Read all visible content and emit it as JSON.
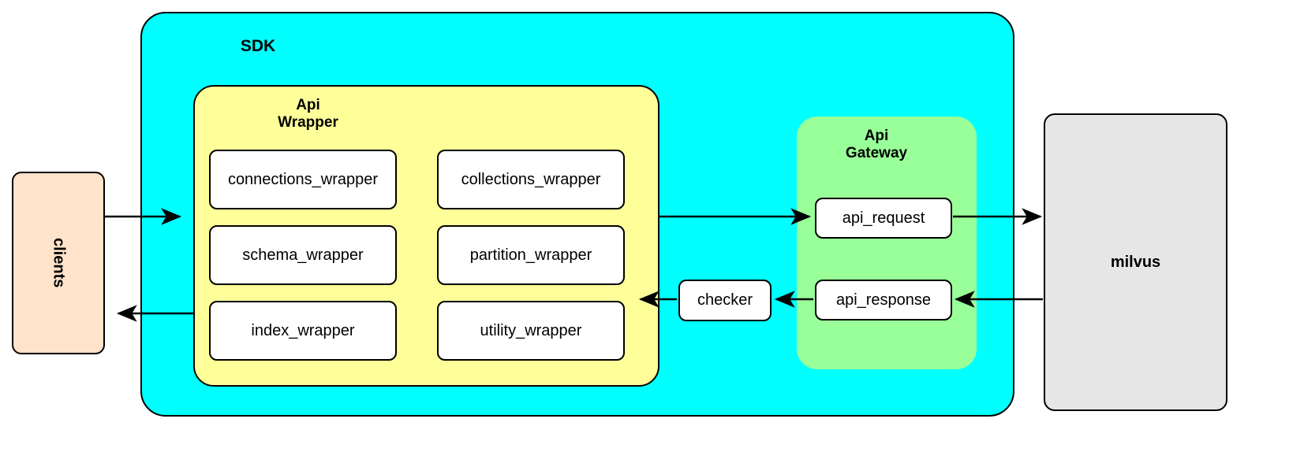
{
  "diagram": {
    "title_text_present": false,
    "nodes": {
      "clients": {
        "label": "clients",
        "color": "#ffe3ca"
      },
      "sdk": {
        "label": "SDK",
        "color": "#00ffff"
      },
      "api_wrapper": {
        "label": "Api\nWrapper",
        "color": "#ffff99"
      },
      "api_gateway": {
        "label": "Api\nGateway",
        "color": "#99ff99"
      },
      "checker": {
        "label": "checker",
        "color": "#ffffff"
      },
      "milvus": {
        "label": "milvus",
        "color": "#e6e6e6"
      }
    },
    "api_wrapper_modules": [
      {
        "label": "connections_wrapper",
        "column": "left",
        "row": 1
      },
      {
        "label": "collections_wrapper",
        "column": "right",
        "row": 1
      },
      {
        "label": "schema_wrapper",
        "column": "left",
        "row": 2
      },
      {
        "label": "partition_wrapper",
        "column": "right",
        "row": 2
      },
      {
        "label": "index_wrapper",
        "column": "left",
        "row": 3
      },
      {
        "label": "utility_wrapper",
        "column": "right",
        "row": 3
      }
    ],
    "api_gateway_modules": [
      {
        "label": "api_request"
      },
      {
        "label": "api_response"
      }
    ],
    "edges": [
      {
        "from": "clients",
        "to": "sdk",
        "direction": "right",
        "label": ""
      },
      {
        "from": "sdk",
        "to": "clients",
        "direction": "left",
        "label": ""
      },
      {
        "from": "api_wrapper",
        "to": "api_gateway",
        "direction": "right",
        "label": ""
      },
      {
        "from": "api_request",
        "to": "milvus",
        "direction": "right",
        "label": ""
      },
      {
        "from": "milvus",
        "to": "api_response",
        "direction": "left",
        "label": ""
      },
      {
        "from": "api_response",
        "to": "checker",
        "direction": "left",
        "label": ""
      },
      {
        "from": "checker",
        "to": "api_wrapper",
        "direction": "left",
        "label": ""
      }
    ],
    "stroke_color": "#000000"
  }
}
